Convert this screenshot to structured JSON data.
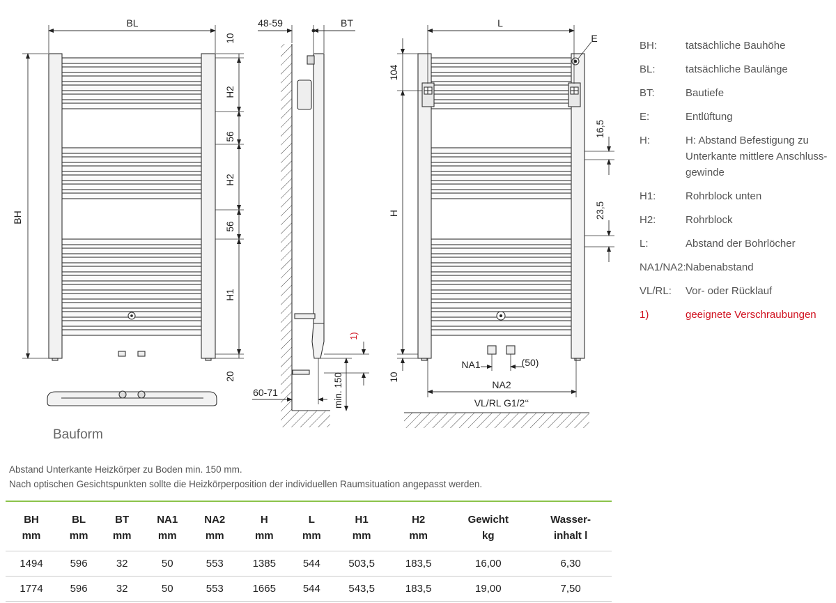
{
  "front_view": {
    "label_width": "BL",
    "label_height": "BH",
    "dims": [
      "10",
      "H2",
      "56",
      "H2",
      "56",
      "H1",
      "20"
    ]
  },
  "side_view": {
    "label_depth_range": "48-59",
    "label_depth": "BT",
    "label_wall": "60-71",
    "label_min_floor": "min. 150",
    "label_footnote": "1)"
  },
  "back_view": {
    "label_distance": "L",
    "label_vent": "E",
    "label_top": "104",
    "label_h": "H",
    "label_pipe1": "16,5",
    "label_pipe2": "23,5",
    "label_offset": "10",
    "label_na1": "NA1",
    "label_50": "(50)",
    "label_na2": "NA2",
    "label_connection": "VL/RL G1/2‘‘"
  },
  "caption": "Bauform",
  "legend": [
    {
      "key": "BH:",
      "value": "tatsächliche Bauhöhe"
    },
    {
      "key": "BL:",
      "value": "tatsächliche Baulänge"
    },
    {
      "key": "BT:",
      "value": "Bautiefe"
    },
    {
      "key": "E:",
      "value": "Entlüftung"
    },
    {
      "key": "H:",
      "value": "H: Abstand Befestigung zu Unterkante mittlere Anschluss-gewinde"
    },
    {
      "key": "H1:",
      "value": "Rohrblock unten"
    },
    {
      "key": "H2:",
      "value": "Rohrblock"
    },
    {
      "key": "L:",
      "value": "Abstand der Bohrlöcher"
    },
    {
      "key": "NA1/NA2:",
      "value": "Nabenabstand"
    },
    {
      "key": "VL/RL:",
      "value": "Vor- oder Rücklauf"
    },
    {
      "key": "1)",
      "value": "geeignete Verschraubungen",
      "color": "#d0101e"
    }
  ],
  "notes": [
    "Abstand Unterkante Heizkörper zu Boden min. 150 mm.",
    "Nach optischen Gesichtspunkten sollte die Heizkörperposition der individuellen Raumsituation angepasst werden."
  ],
  "table": {
    "headers": [
      {
        "top": "BH",
        "bottom": "mm"
      },
      {
        "top": "BL",
        "bottom": "mm"
      },
      {
        "top": "BT",
        "bottom": "mm"
      },
      {
        "top": "NA1",
        "bottom": "mm"
      },
      {
        "top": "NA2",
        "bottom": "mm"
      },
      {
        "top": "H",
        "bottom": "mm"
      },
      {
        "top": "L",
        "bottom": "mm"
      },
      {
        "top": "H1",
        "bottom": "mm"
      },
      {
        "top": "H2",
        "bottom": "mm"
      },
      {
        "top": "Gewicht",
        "bottom": "kg"
      },
      {
        "top": "Wasser-",
        "bottom": "inhalt l"
      }
    ],
    "rows": [
      [
        "1494",
        "596",
        "32",
        "50",
        "553",
        "1385",
        "544",
        "503,5",
        "183,5",
        "16,00",
        "6,30"
      ],
      [
        "1774",
        "596",
        "32",
        "50",
        "553",
        "1665",
        "544",
        "543,5",
        "183,5",
        "19,00",
        "7,50"
      ]
    ]
  },
  "colors": {
    "accent_green": "#8bc34a",
    "note_red": "#d0101e"
  }
}
